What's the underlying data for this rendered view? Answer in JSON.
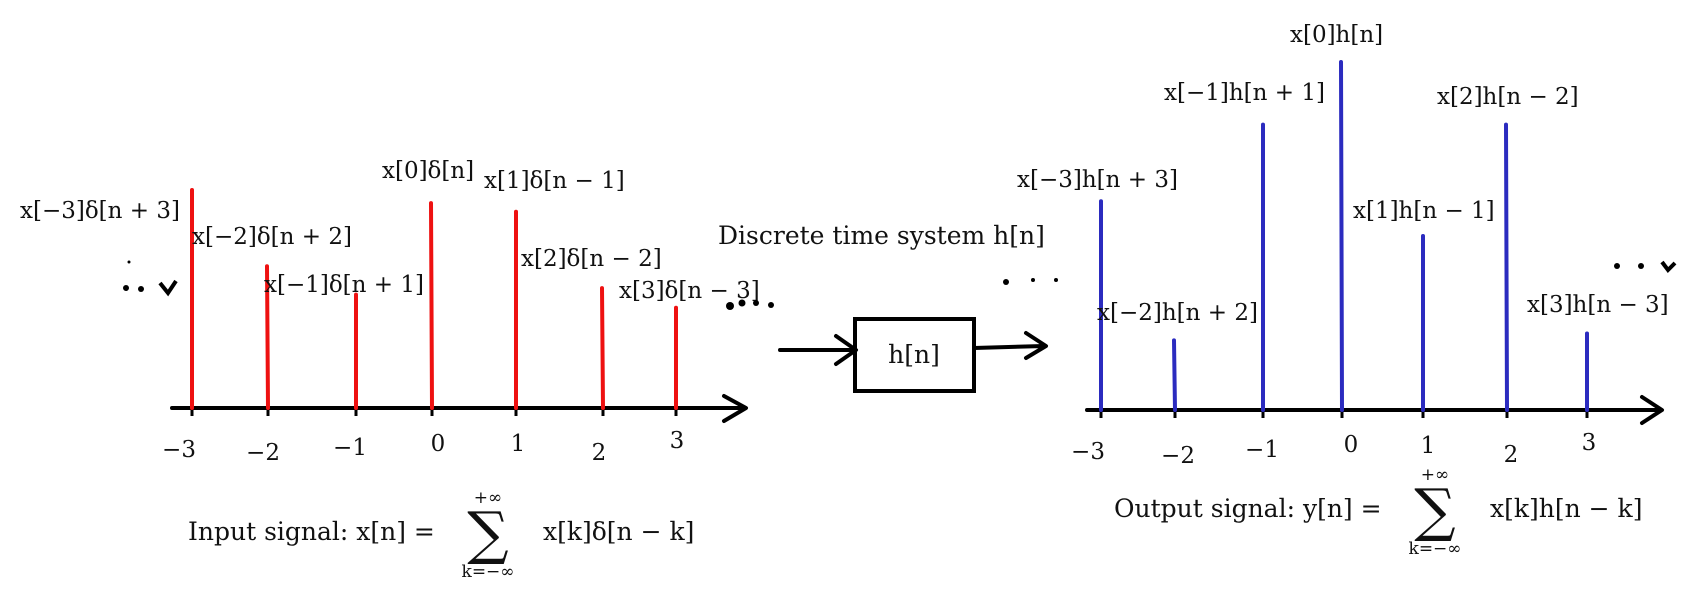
{
  "colors": {
    "input": "#ee1111",
    "output": "#2b2bbf",
    "ink": "#000000"
  },
  "input_plot": {
    "ticks": [
      "−3",
      "−2",
      "−1",
      "0",
      "1",
      "2",
      "3"
    ],
    "stems": [
      {
        "n": -3,
        "amplitude": 1.0,
        "label": "x[−3]δ[n + 3]"
      },
      {
        "n": -2,
        "amplitude": 0.65,
        "label": "x[−2]δ[n + 2]"
      },
      {
        "n": -1,
        "amplitude": 0.52,
        "label": "x[−1]δ[n + 1]"
      },
      {
        "n": 0,
        "amplitude": 0.94,
        "label": "x[0]δ[n]"
      },
      {
        "n": 1,
        "amplitude": 0.9,
        "label": "x[1]δ[n − 1]"
      },
      {
        "n": 2,
        "amplitude": 0.55,
        "label": "x[2]δ[n − 2]"
      },
      {
        "n": 3,
        "amplitude": 0.46,
        "label": "x[3]δ[n − 3]"
      }
    ],
    "caption_prefix": "Input signal:  x[n] = ",
    "caption_sum_body": "x[k]δ[n − k]",
    "sum_upper": "+∞",
    "sum_lower": "k=−∞"
  },
  "system": {
    "title": "Discrete time system h[n]",
    "box_label": "h[n]"
  },
  "output_plot": {
    "ticks": [
      "−3",
      "−2",
      "−1",
      "0",
      "1",
      "2",
      "3"
    ],
    "stems": [
      {
        "n": -3,
        "amplitude": 0.6,
        "label": "x[−3]h[n + 3]"
      },
      {
        "n": -2,
        "amplitude": 0.2,
        "label": "x[−2]h[n + 2]"
      },
      {
        "n": -1,
        "amplitude": 0.82,
        "label": "x[−1]h[n + 1]"
      },
      {
        "n": 0,
        "amplitude": 1.0,
        "label": "x[0]h[n]"
      },
      {
        "n": 1,
        "amplitude": 0.5,
        "label": "x[1]h[n − 1]"
      },
      {
        "n": 2,
        "amplitude": 0.82,
        "label": "x[2]h[n − 2]"
      },
      {
        "n": 3,
        "amplitude": 0.22,
        "label": "x[3]h[n − 3]"
      }
    ],
    "caption_prefix": "Output signal:  y[n] = ",
    "caption_sum_body": "x[k]h[n − k]",
    "sum_upper": "+∞",
    "sum_lower": "k=−∞"
  }
}
